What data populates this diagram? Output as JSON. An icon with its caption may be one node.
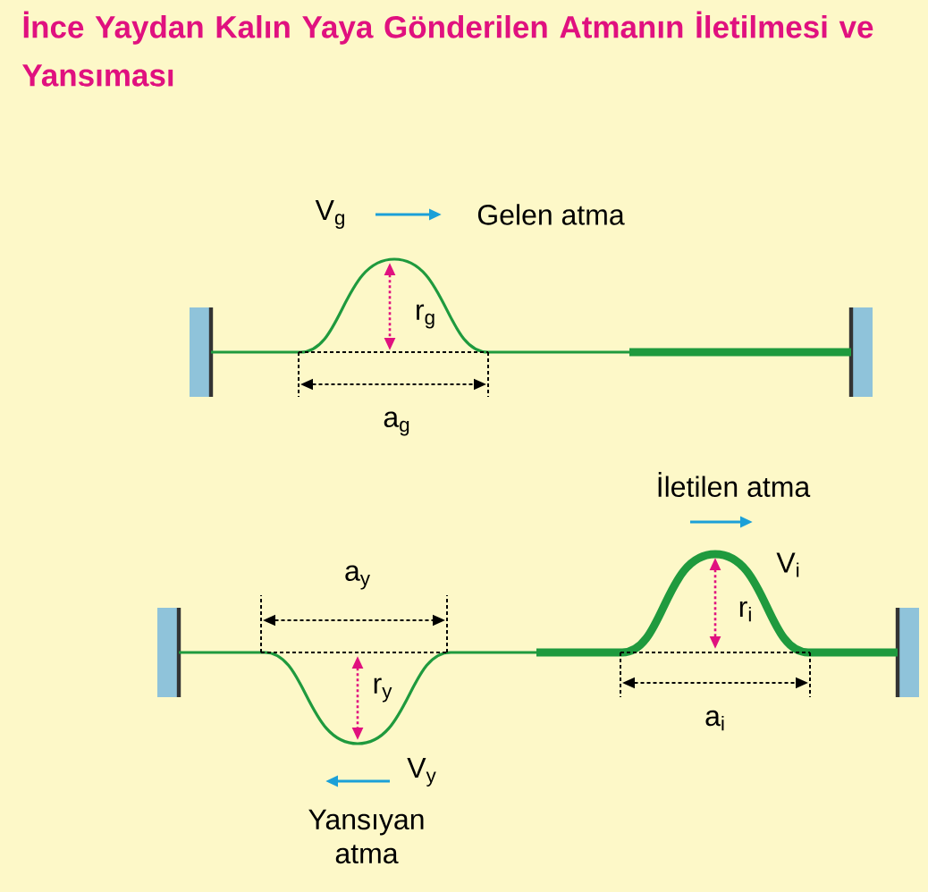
{
  "diagram": {
    "title": "İnce Yaydan Kalın Yaya Gönderilen Atmanın İletilmesi ve Yansıması",
    "labels": [
      "V$_{g}$",
      "Gelen atma",
      "r$_{g}$",
      "a$_{g}$",
      "İletilen atma",
      "V$_{i}$",
      "r$_{i}$",
      "a$_{i}$",
      "a$_{y}$",
      "r$_{y}$",
      "V$_{y}$",
      "Yansıyan atma"
    ]
  }
}
